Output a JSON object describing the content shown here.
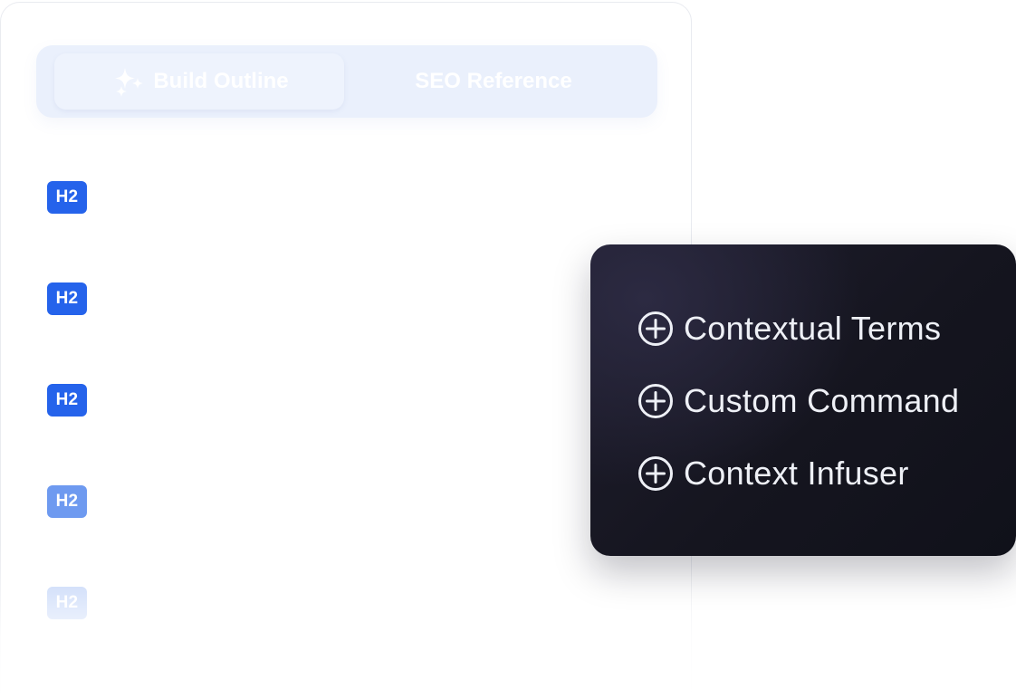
{
  "tabs": {
    "build_outline": "Build Outline",
    "seo_reference": "SEO Reference"
  },
  "outline": {
    "headings": [
      {
        "tag": "H2",
        "color": "#2563eb"
      },
      {
        "tag": "H2",
        "color": "#2563eb"
      },
      {
        "tag": "H2",
        "color": "#2563eb"
      },
      {
        "tag": "H2",
        "color": "#6e9af0"
      },
      {
        "tag": "H2",
        "color": "#b8cdf7"
      }
    ]
  },
  "menu": {
    "items": [
      {
        "label": "Contextual Terms",
        "icon": "plus-circle-icon"
      },
      {
        "label": "Custom Command",
        "icon": "plus-circle-icon"
      },
      {
        "label": "Context Infuser",
        "icon": "plus-circle-icon"
      }
    ]
  },
  "colors": {
    "tab_bar_bg": "#eaf0fc",
    "menu_bg": "#15151f",
    "menu_text": "#eef0f6"
  },
  "icons": {
    "build_outline": "sparkle-icon",
    "menu_item": "plus-circle-icon"
  }
}
